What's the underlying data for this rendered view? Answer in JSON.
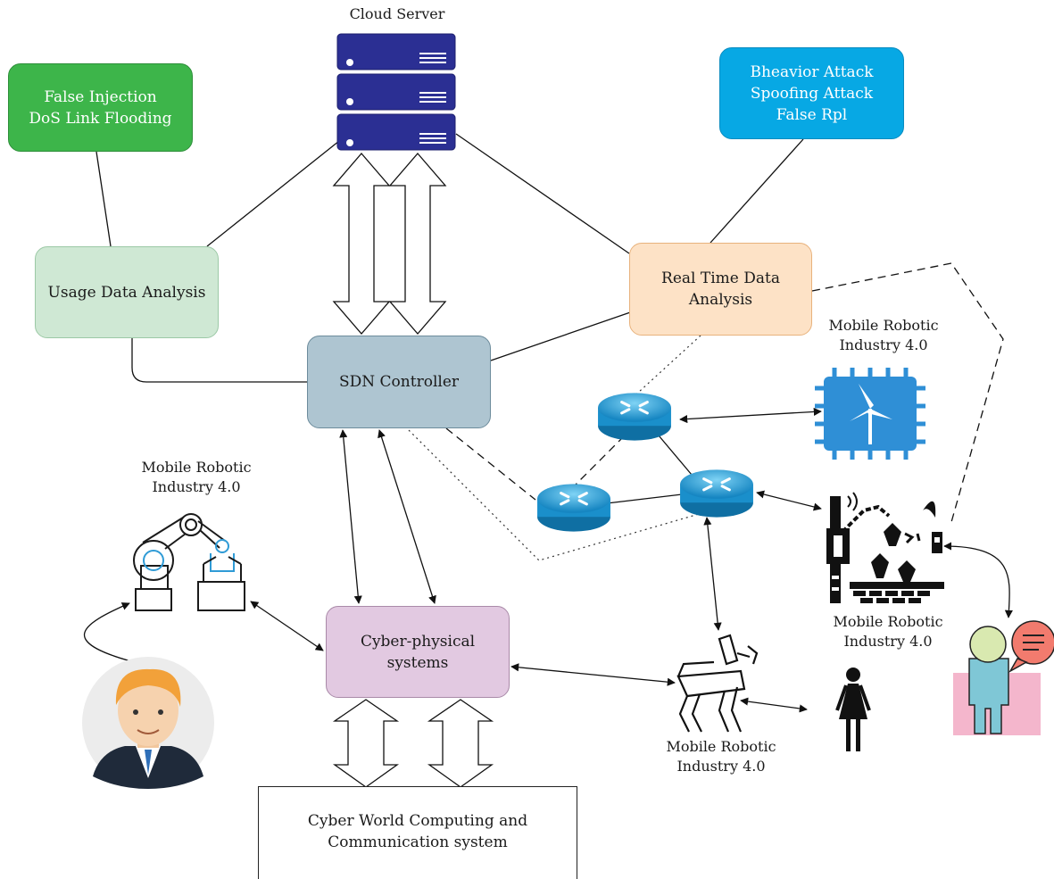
{
  "diagram": {
    "cloud_server_label": "Cloud Server",
    "attack_green": "False Injection\nDoS Link Flooding",
    "attack_blue": "Bheavior Attack\nSpoofing Attack\nFalse Rpl",
    "usage_analysis": "Usage Data Analysis",
    "realtime_analysis": "Real Time Data\nAnalysis",
    "sdn_controller": "SDN Controller",
    "cyber_physical": "Cyber-physical\nsystems",
    "cyber_world": "Cyber World Computing and\nCommunication system",
    "robotic_label_top_right": "Mobile Robotic\nIndustry 4.0",
    "robotic_label_left": "Mobile Robotic\nIndustry 4.0",
    "robotic_label_right": "Mobile Robotic\nIndustry 4.0",
    "robotic_label_bottom": "Mobile Robotic\nIndustry 4.0"
  },
  "colors": {
    "attack_green": "#3db54a",
    "attack_blue": "#07a8e4",
    "usage_fill": "#cfe8d4",
    "realtime_fill": "#fde2c6",
    "sdn_fill": "#aec5d1",
    "cps_fill": "#e2c9e1",
    "server_fill": "#2b2f93",
    "router_fill": "#2aa3d9"
  },
  "icons": [
    "server-icon",
    "router-icon",
    "chip-windmill-icon",
    "robot-arm-icon",
    "farm-robot-icon",
    "robot-dog-icon",
    "businessman-avatar-icon",
    "woman-icon",
    "person-speech-icon"
  ]
}
